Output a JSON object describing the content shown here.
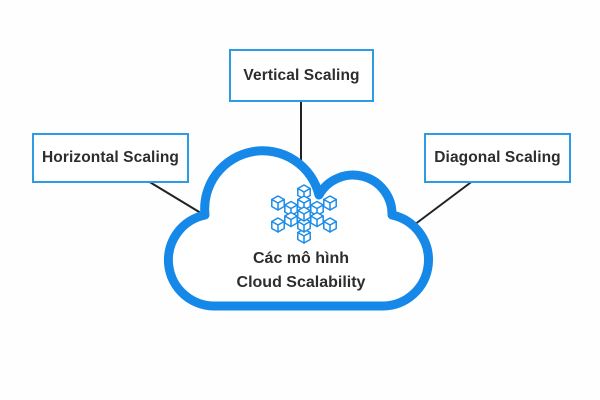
{
  "diagram": {
    "type": "concept-map",
    "cloud": {
      "caption_line1": "Các mô hình",
      "caption_line2": "Cloud Scalability",
      "icon": "blockchain-cubes-icon"
    },
    "nodes": [
      {
        "id": "vertical",
        "label": "Vertical Scaling",
        "position": "top-center"
      },
      {
        "id": "horizontal",
        "label": "Horizontal Scaling",
        "position": "middle-left"
      },
      {
        "id": "diagonal",
        "label": "Diagonal Scaling",
        "position": "middle-right"
      }
    ],
    "connectors": [
      {
        "from": "vertical",
        "to": "cloud"
      },
      {
        "from": "horizontal",
        "to": "cloud"
      },
      {
        "from": "diagonal",
        "to": "cloud"
      }
    ],
    "colors": {
      "cloud_stroke": "#1689e8",
      "icon_blue": "#1b8ce8",
      "box_border": "#2e9be5",
      "connector": "#222222",
      "text": "#2d2d2d",
      "background": "#ffffff"
    }
  }
}
